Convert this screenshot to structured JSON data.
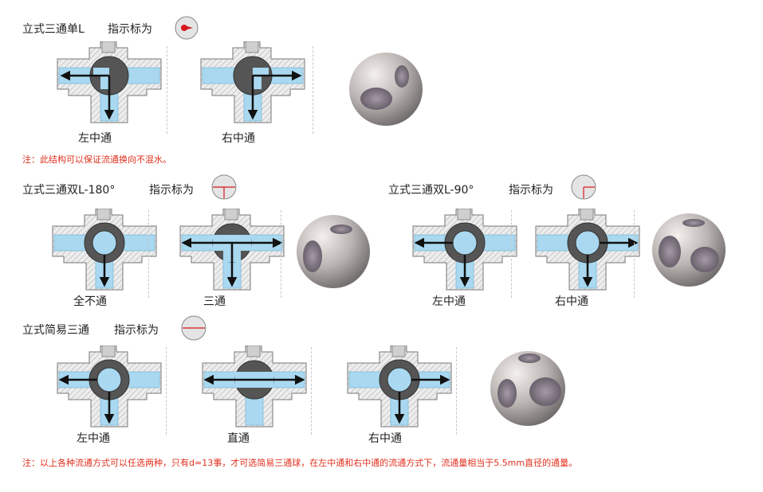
{
  "colors": {
    "note_red": "#e0301e",
    "channel_blue": "#a9d8f0",
    "body_hatch": "#c9c9c9",
    "ball_dark": "#555555",
    "indicator_red": "#d4161c",
    "flow_arrow": "#111111"
  },
  "section1": {
    "title": "立式三通单L",
    "indicator_label": "指示标为",
    "indicator_icon": "red-dot-arrow-icon",
    "captions": [
      "左中通",
      "右中通"
    ],
    "note": "注：此结构可以保证流通换向不混水。"
  },
  "section2": {
    "title": "立式三通双L-180°",
    "indicator_label": "指示标为",
    "indicator_icon": "t-line-icon",
    "captions": [
      "全不通",
      "三通"
    ]
  },
  "section3": {
    "title": "立式三通双L-90°",
    "indicator_label": "指示标为",
    "indicator_icon": "corner-line-icon",
    "captions": [
      "左中通",
      "右中通"
    ]
  },
  "section4": {
    "title": "立式简易三通",
    "indicator_label": "指示标为",
    "indicator_icon": "horizontal-line-icon",
    "captions": [
      "左中通",
      "直通",
      "右中通"
    ],
    "note": "注：以上各种流通方式可以任选两种，只有d=13事，才可选简易三通球，在左中通和右中通的流通方式下，流通量相当于5.5mm直径的通量。"
  }
}
